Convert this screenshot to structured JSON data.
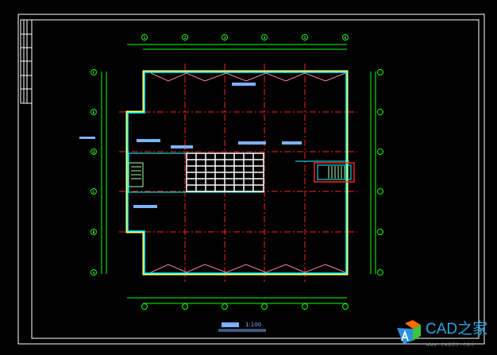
{
  "drawing": {
    "scale": "1:100",
    "column_axes": [
      "1",
      "2",
      "3",
      "4",
      "5",
      "6"
    ],
    "row_axes": [
      "A",
      "B",
      "C",
      "D",
      "E",
      "F"
    ]
  },
  "logo": {
    "name": "CAD之家",
    "url": "WWW.CADZJ.COM"
  },
  "colors": {
    "background": "#000000",
    "frame": "#ffffff",
    "axis": "#00ff00",
    "gridline": "#ff0000",
    "wall": "#00ffff",
    "outline": "#ffff66",
    "annotation": "#7fb0ff"
  }
}
